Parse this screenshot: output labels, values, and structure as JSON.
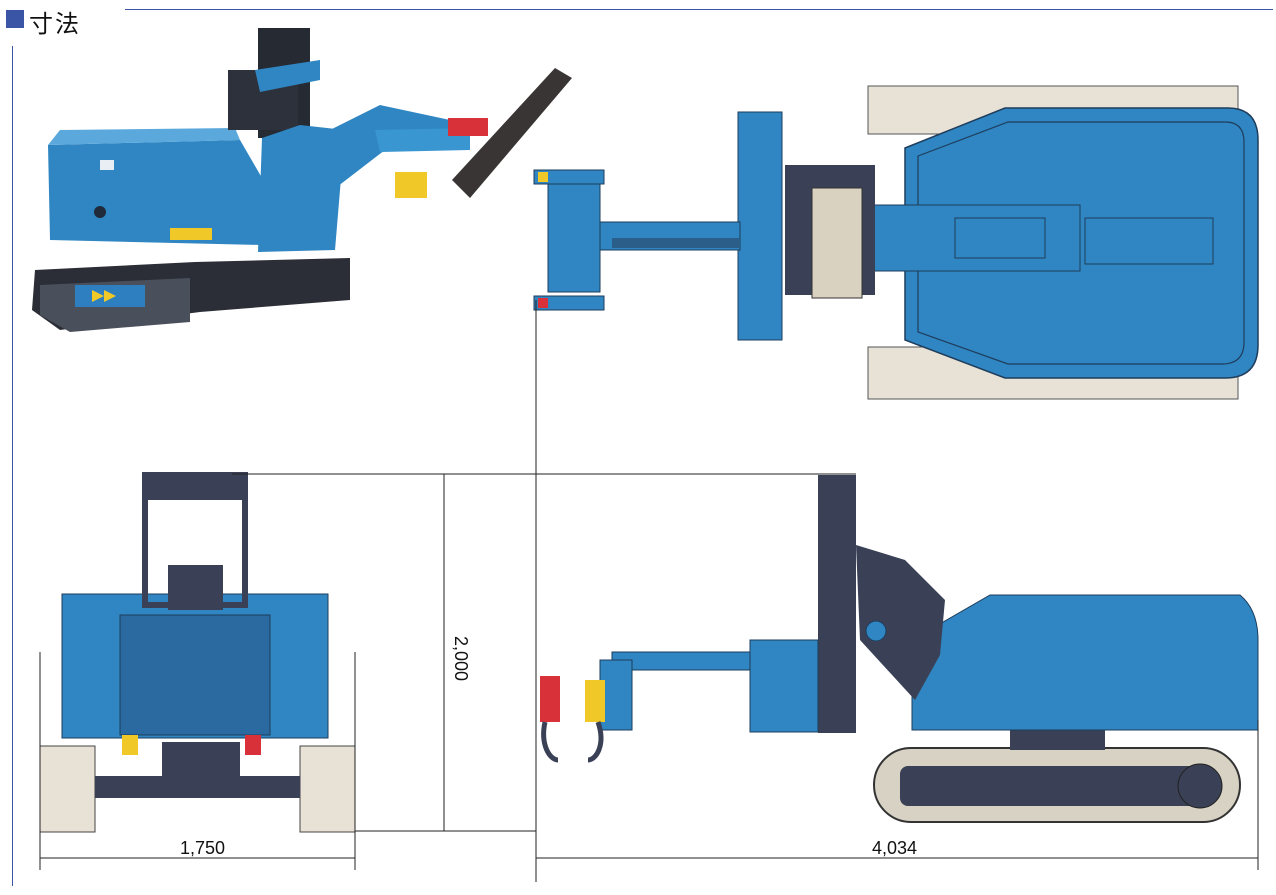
{
  "section": {
    "title": "寸法"
  },
  "dimensions": {
    "width": "1,750",
    "height": "2,000",
    "length": "4,034"
  },
  "colors": {
    "accent": "#3b55a6",
    "machine_blue": "#2f86c2",
    "dark": "#3a4156",
    "track": "#c9c4b6",
    "red": "#d8313a",
    "yellow": "#f0c929"
  }
}
